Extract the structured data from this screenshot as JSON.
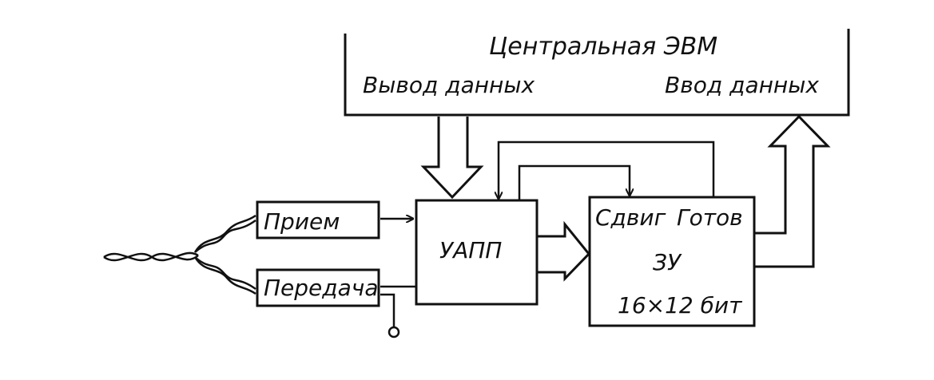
{
  "cpu": {
    "title": "Центральная ЭВМ",
    "output_label": "Вывод данных",
    "input_label": "Ввод данных"
  },
  "uapp": {
    "label": "УАПП"
  },
  "receive": {
    "label": "Прием"
  },
  "transmit": {
    "label": "Передача"
  },
  "memory": {
    "shift_label": "Сдвиг",
    "ready_label": "Готов",
    "name": "ЗУ",
    "size": "16×12 бит"
  }
}
